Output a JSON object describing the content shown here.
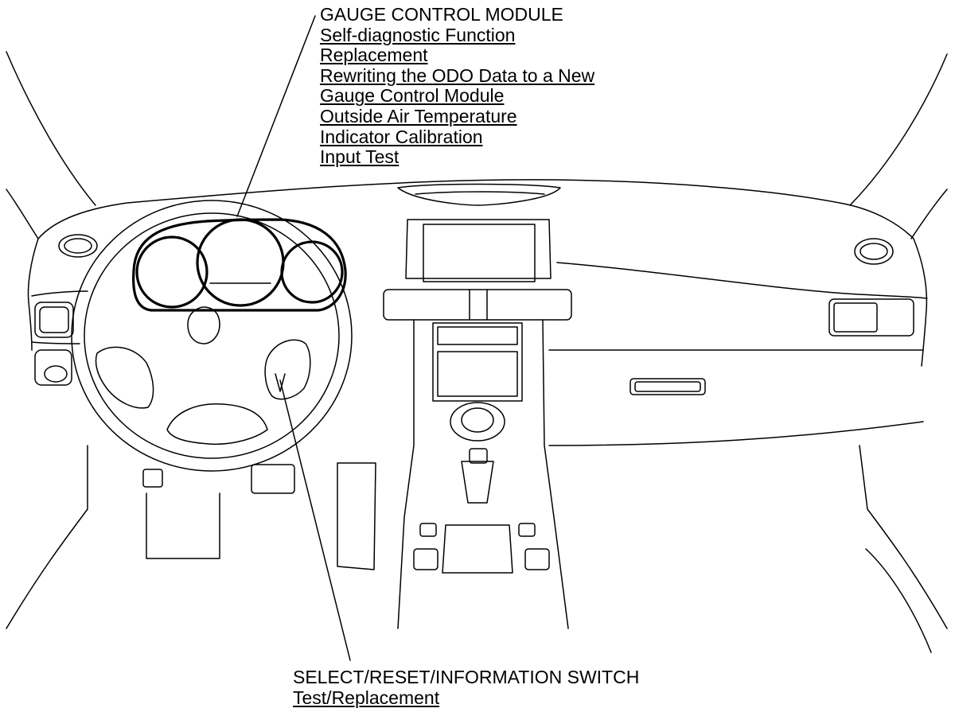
{
  "gauge_control_module": {
    "title": "GAUGE CONTROL MODULE",
    "links": [
      "Self-diagnostic Function",
      "Replacement",
      "Rewriting the ODO Data to a New",
      "Gauge Control Module",
      "Outside Air Temperature",
      "Indicator Calibration",
      "Input Test"
    ]
  },
  "select_reset_switch": {
    "title": "SELECT/RESET/INFORMATION SWITCH",
    "links": [
      "Test/Replacement"
    ]
  }
}
